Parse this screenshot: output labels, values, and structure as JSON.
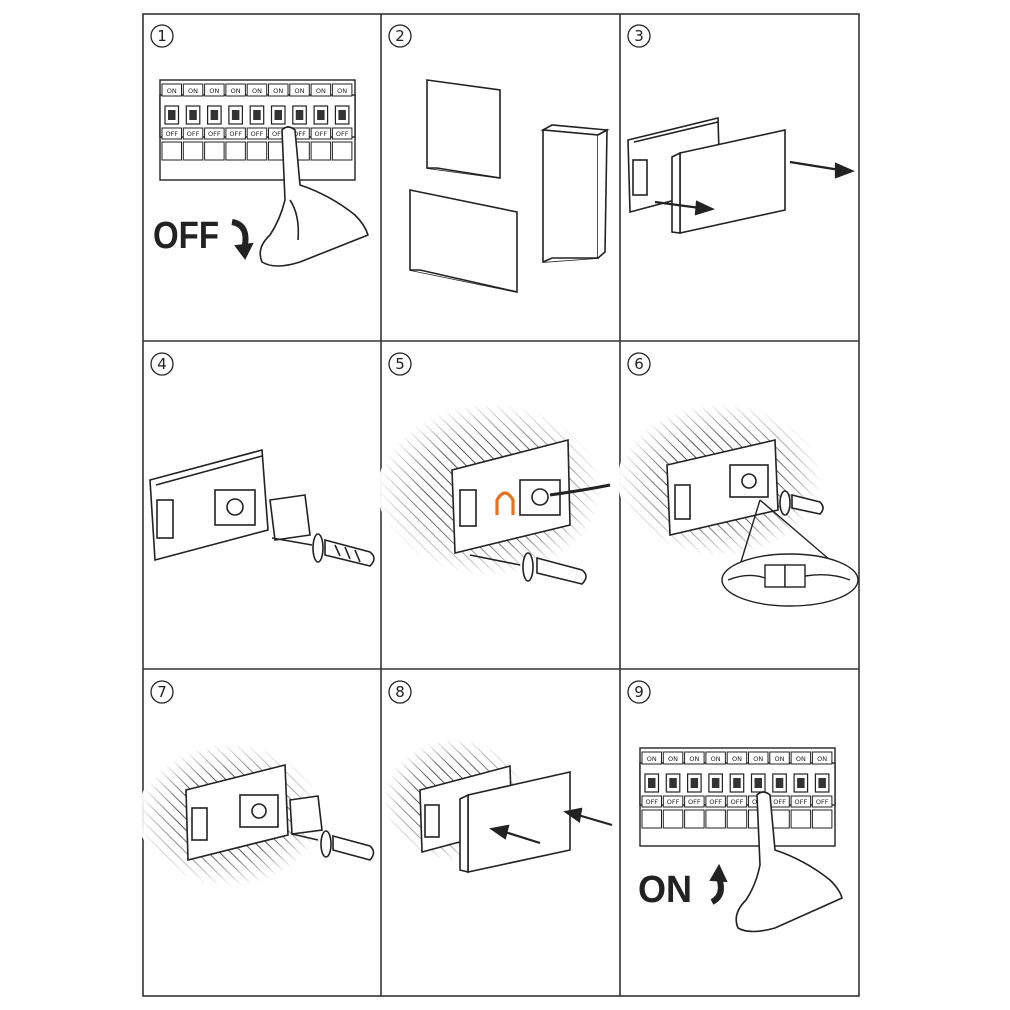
{
  "panels": [
    {
      "number": "1"
    },
    {
      "number": "2"
    },
    {
      "number": "3"
    },
    {
      "number": "4"
    },
    {
      "number": "5"
    },
    {
      "number": "6"
    },
    {
      "number": "7"
    },
    {
      "number": "8"
    },
    {
      "number": "9"
    }
  ],
  "step1": {
    "action_label": "OFF",
    "breaker_on": "ON",
    "breaker_off": "OFF"
  },
  "step9": {
    "action_label": "ON",
    "breaker_on": "ON",
    "breaker_off": "OFF"
  },
  "colors": {
    "line": "#222222",
    "accent": "#e8731e",
    "background": "#ffffff",
    "hatch": "#333333"
  }
}
